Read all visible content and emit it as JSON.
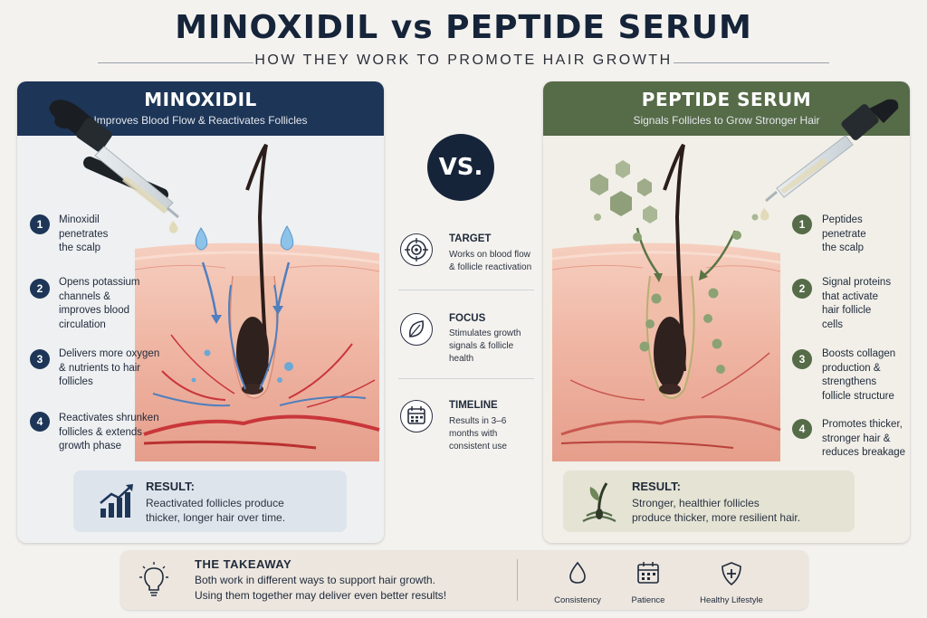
{
  "header": {
    "title": "MINOXIDIL vs PEPTIDE SERUM",
    "subtitle": "HOW THEY WORK TO PROMOTE HAIR GROWTH"
  },
  "left": {
    "title": "MINOXIDIL",
    "subtitle": "Improves Blood Flow & Reactivates Follicles",
    "steps": [
      {
        "num": "1",
        "lines": [
          "Minoxidil",
          "penetrates",
          "the scalp"
        ]
      },
      {
        "num": "2",
        "lines": [
          "Opens potassium",
          "channels &",
          "improves blood",
          "circulation"
        ]
      },
      {
        "num": "3",
        "lines": [
          "Delivers more oxygen",
          "& nutrients to hair",
          "follicles"
        ]
      },
      {
        "num": "4",
        "lines": [
          "Reactivates shrunken",
          "follicles & extends",
          "growth phase"
        ]
      }
    ],
    "result": {
      "title": "RESULT:",
      "lines": [
        "Reactivated follicles produce",
        "thicker, longer hair over time."
      ]
    }
  },
  "right": {
    "title": "PEPTIDE SERUM",
    "subtitle": "Signals Follicles to Grow Stronger Hair",
    "steps": [
      {
        "num": "1",
        "lines": [
          "Peptides",
          "penetrate",
          "the scalp"
        ]
      },
      {
        "num": "2",
        "lines": [
          "Signal proteins",
          "that activate",
          "hair follicle",
          "cells"
        ]
      },
      {
        "num": "3",
        "lines": [
          "Boosts collagen",
          "production &",
          "strengthens",
          "follicle structure"
        ]
      },
      {
        "num": "4",
        "lines": [
          "Promotes thicker,",
          "stronger hair &",
          "reduces breakage"
        ]
      }
    ],
    "result": {
      "title": "RESULT:",
      "lines": [
        "Stronger, healthier follicles",
        "produce thicker, more resilient hair."
      ]
    }
  },
  "middle": {
    "vs": "VS.",
    "items": [
      {
        "label": "TARGET",
        "icon": "target-icon",
        "lines": [
          "Works on blood flow",
          "& follicle reactivation"
        ]
      },
      {
        "label": "FOCUS",
        "icon": "leaf-icon",
        "lines": [
          "Stimulates growth",
          "signals & follicle",
          "health"
        ]
      },
      {
        "label": "TIMELINE",
        "icon": "calendar-icon",
        "lines": [
          "Results in 3–6",
          "months with",
          "consistent use"
        ]
      }
    ]
  },
  "takeaway": {
    "title": "THE TAKEAWAY",
    "lines": [
      "Both work in different ways to support hair growth.",
      "Using them together may deliver even better results!"
    ],
    "badges": [
      {
        "label": "Consistency",
        "icon": "droplet-icon"
      },
      {
        "label": "Patience",
        "icon": "calendar-icon"
      },
      {
        "label": "Healthy Lifestyle",
        "icon": "shield-plus-icon"
      }
    ]
  },
  "colors": {
    "navy": "#1d3557",
    "olive": "#566b48",
    "skin": "#f2b8a5",
    "vessel": "#c9363a",
    "water": "#6aa8d6"
  }
}
